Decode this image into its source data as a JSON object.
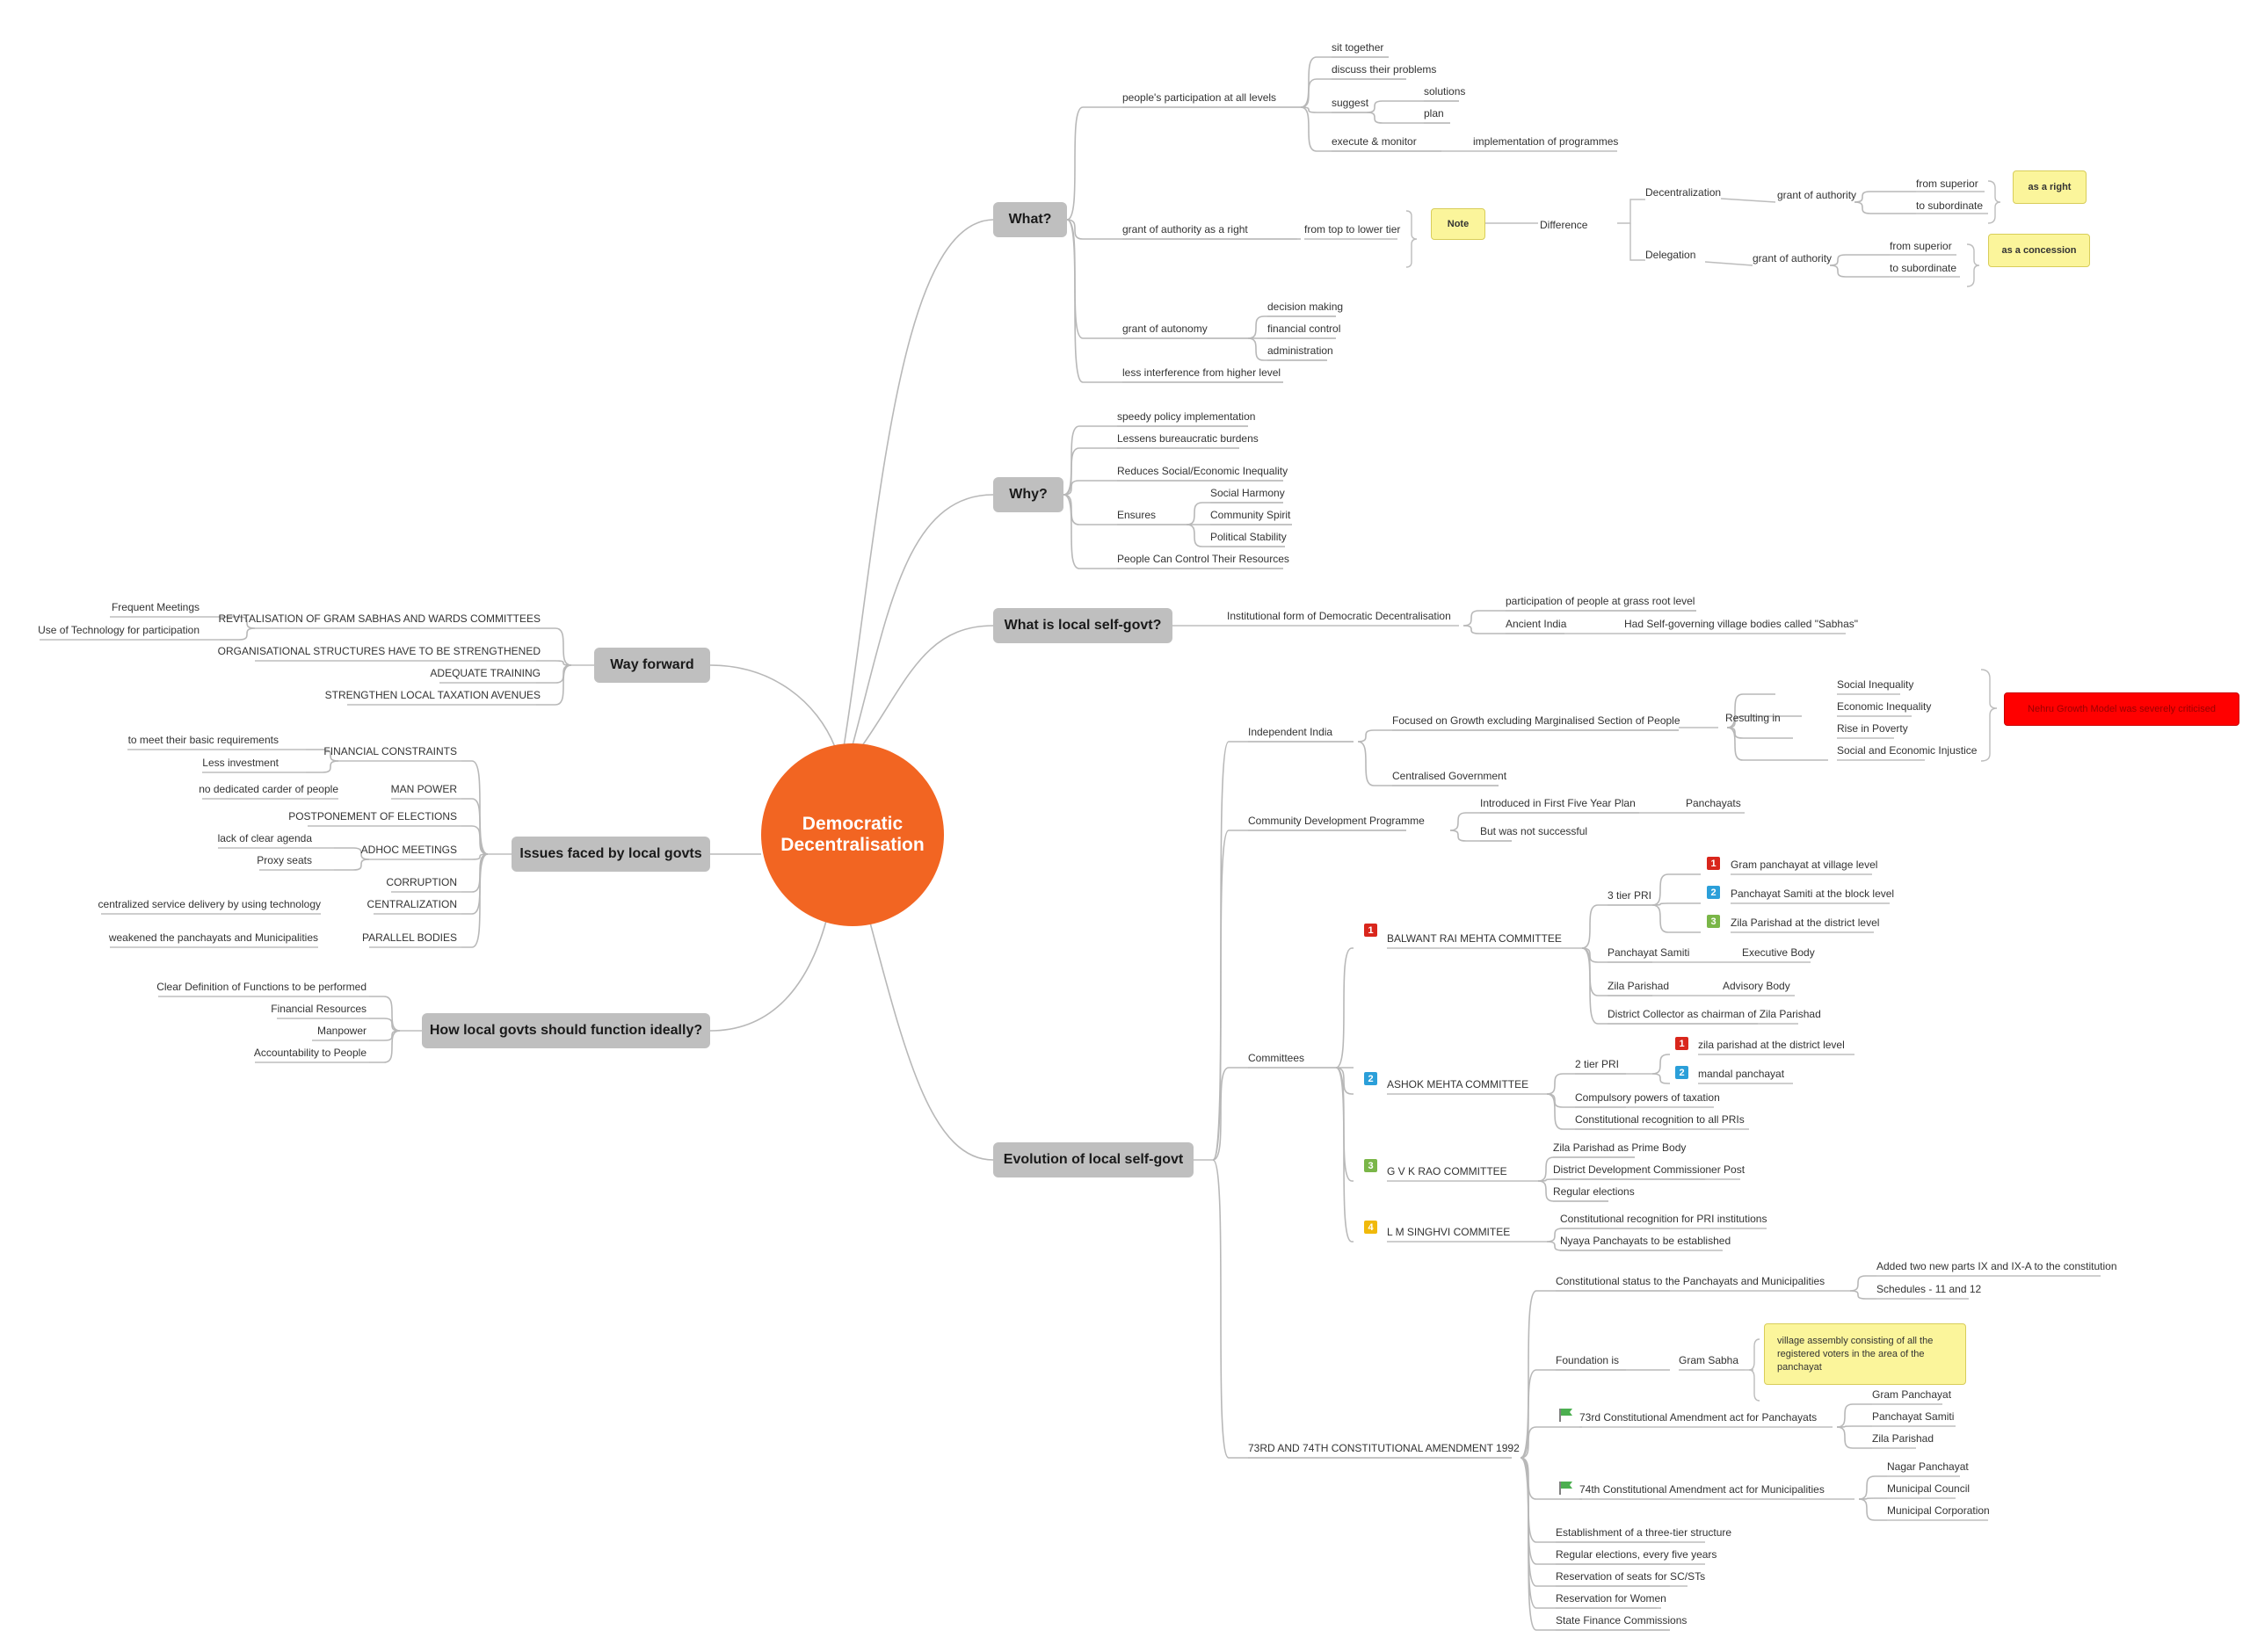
{
  "central": {
    "line1": "Democratic",
    "line2": "Decentralisation",
    "color": "#f26522"
  },
  "branches": {
    "what": "What?",
    "why": "Why?",
    "local": "What is local self-govt?",
    "evolution": "Evolution of local self-govt",
    "way": "Way forward",
    "issues": "Issues faced by local govts",
    "ideal": "How local govts should function ideally?"
  },
  "what": {
    "participation": "people's participation at all levels",
    "sit": "sit together",
    "discuss": "discuss their problems",
    "suggest": "suggest",
    "solutions": "solutions",
    "plan": "plan",
    "execute": "execute & monitor",
    "implementation": "implementation of programmes",
    "authority": "grant of authority as a right",
    "top": "from top to lower tier",
    "note": "Note",
    "difference": "Difference",
    "decentralization": "Decentralization",
    "delegation": "Delegation",
    "grant1": "grant of authority",
    "grant2": "grant of authority",
    "superior1": "from superior",
    "subordinate1": "to subordinate",
    "superior2": "from superior",
    "subordinate2": "to subordinate",
    "right": "as a right",
    "concession": "as a concession",
    "autonomy": "grant of autonomy",
    "decision": "decision making",
    "financial": "financial control",
    "admin": "administration",
    "less": "less interference from higher level"
  },
  "why": {
    "speedy": "speedy policy implementation",
    "lessens": "Lessens bureaucratic burdens",
    "reduces": "Reduces Social/Economic Inequality",
    "ensures": "Ensures",
    "harmony": "Social Harmony",
    "spirit": "Community Spirit",
    "stability": "Political Stability",
    "control": "People Can Control Their Resources"
  },
  "local": {
    "institutional": "Institutional form of Democratic Decentralisation",
    "grass": "participation of people at grass root level",
    "ancient": "Ancient India",
    "sabhas": "Had Self-governing village bodies called \"Sabhas\""
  },
  "evolution": {
    "independent": "Independent India",
    "focused": "Focused on Growth excluding Marginalised Section of People",
    "resulting": "Resulting in",
    "social": "Social Inequality",
    "economic": "Economic Inequality",
    "poverty": "Rise in Poverty",
    "injustice": "Social and Economic Injustice",
    "red": "Nehru Growth Model was severely criticised",
    "centralised": "Centralised Government",
    "cdp": "Community Development Programme",
    "introduced": "Introduced in First Five Year Plan",
    "panchayats": "Panchayats",
    "notsuccess": "But was not successful",
    "committees": "Committees",
    "balwant": "BALWANT RAI MEHTA COMMITTEE",
    "tier3": "3 tier PRI",
    "gram": "Gram panchayat at village level",
    "samiti": "Panchayat Samiti at the block level",
    "zila": "Zila Parishad at the district level",
    "ps": "Panchayat Samiti",
    "exec": "Executive Body",
    "zp": "Zila Parishad",
    "advisory": "Advisory  Body",
    "collector": "District Collector as chairman of Zila Parishad",
    "ashok": "ASHOK MEHTA COMMITTEE",
    "tier2": "2 tier PRI",
    "zila2": "zila parishad at the district level",
    "mandal": "mandal panchayat",
    "taxation": "Compulsory powers of taxation",
    "recognition": "Constitutional recognition to all PRIs",
    "gvk": "G V K RAO COMMITTEE",
    "prime": "Zila Parishad as Prime Body",
    "ddc": "District Development Commissioner Post",
    "regular": "Regular elections",
    "singhvi": "L M SINGHVI COMMITEE",
    "recog2": "Constitutional recognition for PRI institutions",
    "nyaya": "Nyaya Panchayats to be established",
    "amend": "73RD AND 74TH CONSTITUTIONAL AMENDMENT 1992",
    "status": "Constitutional status to the Panchayats and Municipalities",
    "parts": "Added two new parts IX and IX-A  to the constitution",
    "schedules": "Schedules - 11 and 12",
    "foundation": "Foundation is",
    "gramsabha": "Gram Sabha",
    "assembly": "village assembly consisting of all the registered voters in the area of the panchayat",
    "act73": "73rd Constitutional Amendment act for Panchayats",
    "gp": "Gram Panchayat",
    "psamiti": "Panchayat Samiti",
    "zparishad": "Zila Parishad",
    "act74": "74th Constitutional Amendment act for Municipalities",
    "nagar": "Nagar Panchayat",
    "council": "Municipal Council",
    "corporation": "Municipal Corporation",
    "threetier": "Establishment of a three-tier structure",
    "five": "Regular elections, every five years",
    "reservation": "Reservation of seats for SC/STs",
    "women": "Reservation for Women",
    "sfc": "State Finance Commissions"
  },
  "way": {
    "revital": "REVITALISATION OF GRAM SABHAS AND WARDS COMMITTEES",
    "meetings": "Frequent Meetings",
    "technology": "Use of Technology for participation",
    "org": "ORGANISATIONAL STRUCTURES HAVE TO BE STRENGTHENED",
    "training": "ADEQUATE TRAINING",
    "taxavenues": "STRENGTHEN LOCAL TAXATION AVENUES"
  },
  "issues": {
    "financial": "FINANCIAL CONSTRAINTS",
    "basic": "to meet their basic requirements",
    "less": "Less investment",
    "manpower": "MAN POWER",
    "carder": "no dedicated carder of people",
    "postpone": "POSTPONEMENT OF ELECTIONS",
    "adhoc": "ADHOC MEETINGS",
    "agenda": "lack of clear agenda",
    "proxy": "Proxy seats",
    "corruption": "CORRUPTION",
    "central": "CENTRALIZATION",
    "delivery": "centralized service delivery by using technology",
    "parallel": "PARALLEL BODIES",
    "weakened": "weakened the panchayats and Municipalities"
  },
  "ideal": {
    "clear": "Clear Definition of Functions to be performed",
    "fin": "Financial Resources",
    "man": "Manpower",
    "account": "Accountability to People"
  },
  "badges": {
    "n1": "1",
    "n2": "2",
    "n3": "3",
    "n4": "4",
    "colors": {
      "one": "#d9261c",
      "two": "#2b9fd9",
      "three": "#7ab648",
      "four": "#f0b90b"
    }
  },
  "icons": {
    "flag": "green-flag-icon"
  }
}
